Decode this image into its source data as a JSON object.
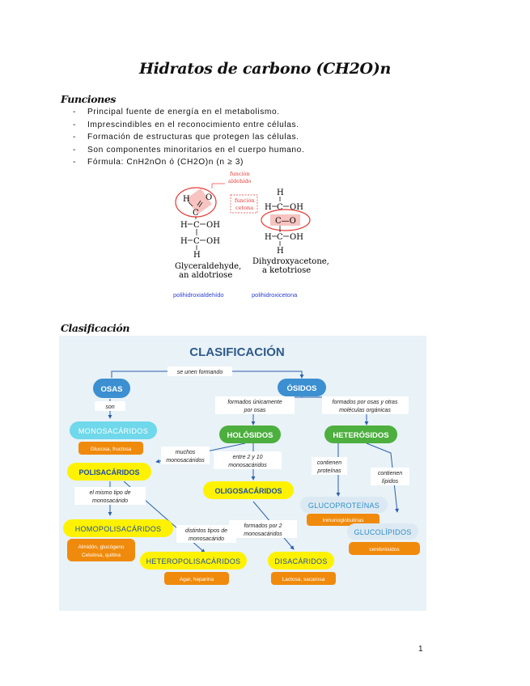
{
  "title": "Hidratos de carbono  (CH2O)n",
  "funciones": {
    "heading": "Funciones",
    "items": [
      "Principal fuente de energía en el metabolismo.",
      "Imprescindibles en el reconocimiento entre células.",
      "Formación de estructuras que protegen las células.",
      "Son componentes minoritarios en el cuerpo humano.",
      "Fórmula: CnH2nOn ó (CH2O)n (n ≥ 3)"
    ]
  },
  "chem": {
    "left_caption_1": "Glyceraldehyde,",
    "left_caption_2": "an aldotriose",
    "right_caption_1": "Dihydroxyacetone,",
    "right_caption_2": "a ketotriose",
    "note_aldehido_1": "función",
    "note_aldehido_2": "aldehído",
    "note_cetona_1": "función",
    "note_cetona_2": "cetona",
    "label_left": "polihidroxialdehído",
    "label_right": "polihidroxicetona",
    "atoms": {
      "H": "H",
      "C": "C",
      "O": "O",
      "OH": "OH",
      "CO": "C—O"
    }
  },
  "clasificacion": {
    "heading": "Clasificación",
    "diagram": {
      "title": "CLASIFICACIÓN",
      "link_se_unen": "se unen formando",
      "osas": "OSAS",
      "osidos": "ÓSIDOS",
      "link_son": "son",
      "monosacaridos": "MONOSACÁRIDOS",
      "mono_ex": "Glucosa, fructosa",
      "link_unicamente_1": "formados únicamente",
      "link_unicamente_2": "por osas",
      "link_osas_otras_1": "formados por osas y otras",
      "link_osas_otras_2": "moléculas orgánicas",
      "holosidos": "HOLÓSIDOS",
      "heterosidos": "HETERÓSIDOS",
      "link_muchos_1": "muchos",
      "link_muchos_2": "monosacáridos",
      "link_2a10_1": "entre 2 y 10",
      "link_2a10_2": "monosacáridos",
      "polisacaridos": "POLISACÁRIDOS",
      "oligosacaridos": "OLIGOSACÁRIDOS",
      "link_proteinas_1": "contienen",
      "link_proteinas_2": "proteínas",
      "link_lipidos_1": "contienen",
      "link_lipidos_2": "lípidos",
      "link_mismo_1": "el mismo tipo de",
      "link_mismo_2": "monosacárido",
      "link_distintos_1": "distintos tipos de",
      "link_distintos_2": "monosacárido",
      "link_por2_1": "formados por 2",
      "link_por2_2": "monosacáridos",
      "glucoproteinas": "GLUCOPROTEÍNAS",
      "gluco_ex": "Inmunoglobulinas",
      "glucolipidos": "GLUCOLÍPIDOS",
      "glucolip_ex": "cerebrósidos",
      "homopolisacaridos": "HOMOPOLISACÁRIDOS",
      "homo_ex_1": "Almidón, glucógeno",
      "homo_ex_2": "Celulosa, quitina",
      "heteropolisacaridos": "HETEROPOLISACÁRIDOS",
      "hetero_ex": "Agar, heparina",
      "disacaridos": "DISACÁRIDOS",
      "di_ex": "Lactosa, sacarosa"
    }
  },
  "page_number": "1",
  "colors": {
    "title_blue": "#2f5a8a",
    "green": "#4caf3e",
    "blue_node": "#3c8fd0",
    "cyan": "#6fd8ea",
    "yellow": "#fff200",
    "orange": "#f08a0c",
    "red": "#e53935"
  }
}
